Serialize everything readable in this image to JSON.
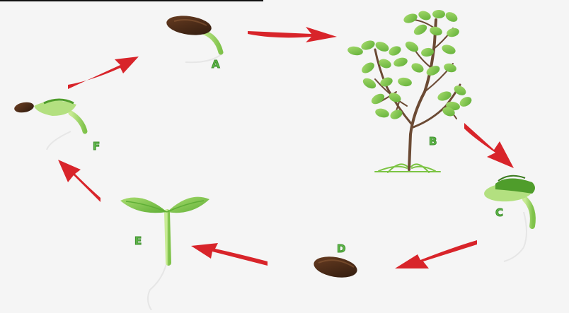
{
  "diagram": {
    "type": "cycle",
    "stages": [
      {
        "id": "A",
        "label": "A",
        "depicts": "germinating-seed"
      },
      {
        "id": "B",
        "label": "B",
        "depicts": "young-tree"
      },
      {
        "id": "C",
        "label": "C",
        "depicts": "seedling-emerging"
      },
      {
        "id": "D",
        "label": "D",
        "depicts": "seed"
      },
      {
        "id": "E",
        "label": "E",
        "depicts": "two-leaf-seedling"
      },
      {
        "id": "F",
        "label": "F",
        "depicts": "sprouting-seed"
      }
    ],
    "flow": [
      "A",
      "B",
      "C",
      "D",
      "E",
      "F",
      "A"
    ],
    "colors": {
      "arrow": "#d8242a",
      "leaf": "#7cc444",
      "leaf_dark": "#4f9d2b",
      "stem": "#9bd46a",
      "seed": "#4a2c1a",
      "trunk": "#6b4a34",
      "label": "#5fb84a",
      "background": "#f5f5f5"
    }
  }
}
